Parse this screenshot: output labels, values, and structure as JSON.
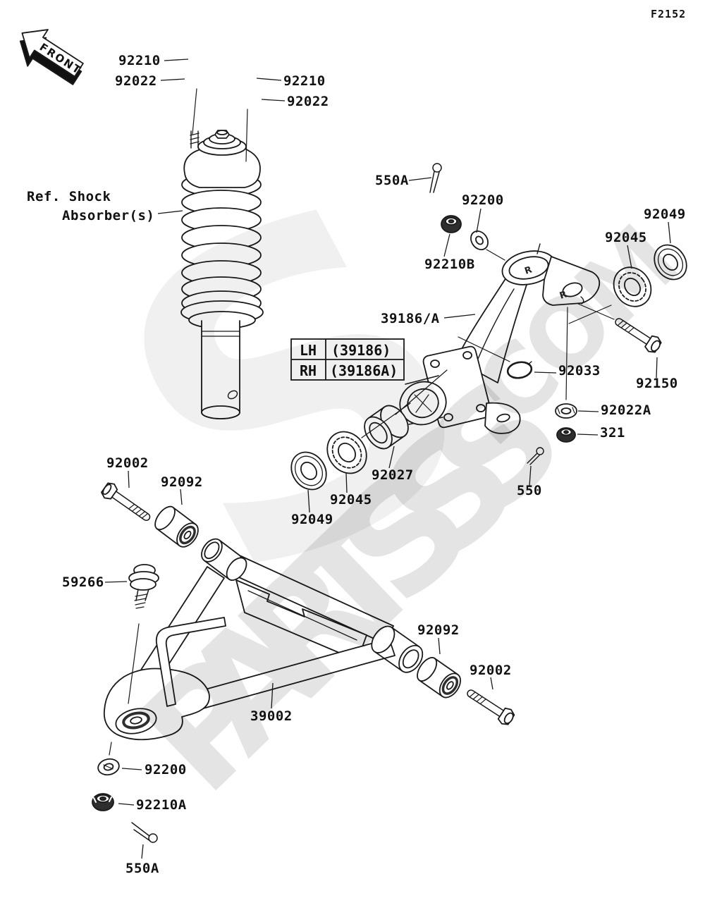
{
  "page": {
    "figure_code": "F2152",
    "front_arrow": "FRONT",
    "background": "#ffffff",
    "line_color": "#1a1a1a",
    "watermark": {
      "word": "PARTSSS",
      "suffix": ".COM",
      "monogram": "S"
    }
  },
  "ref_note": {
    "line1": "Ref. Shock",
    "line2": "Absorber(s)"
  },
  "variant_table": {
    "rows": [
      {
        "side": "LH",
        "part": "(39186)"
      },
      {
        "side": "RH",
        "part": "(39186A)"
      }
    ]
  },
  "knuckle_marks": [
    "R",
    "R"
  ],
  "labels": [
    {
      "part": "92210"
    },
    {
      "part": "92022"
    },
    {
      "part": "92210"
    },
    {
      "part": "92022"
    },
    {
      "part": "550A"
    },
    {
      "part": "92200"
    },
    {
      "part": "92210B"
    },
    {
      "part": "92045"
    },
    {
      "part": "92049"
    },
    {
      "part": "39186/A"
    },
    {
      "part": "92033"
    },
    {
      "part": "92150"
    },
    {
      "part": "92022A"
    },
    {
      "part": "321"
    },
    {
      "part": "92027"
    },
    {
      "part": "92045"
    },
    {
      "part": "92049"
    },
    {
      "part": "550"
    },
    {
      "part": "92002"
    },
    {
      "part": "92092"
    },
    {
      "part": "59266"
    },
    {
      "part": "92092"
    },
    {
      "part": "92002"
    },
    {
      "part": "39002"
    },
    {
      "part": "92200"
    },
    {
      "part": "92210A"
    },
    {
      "part": "550A"
    }
  ]
}
